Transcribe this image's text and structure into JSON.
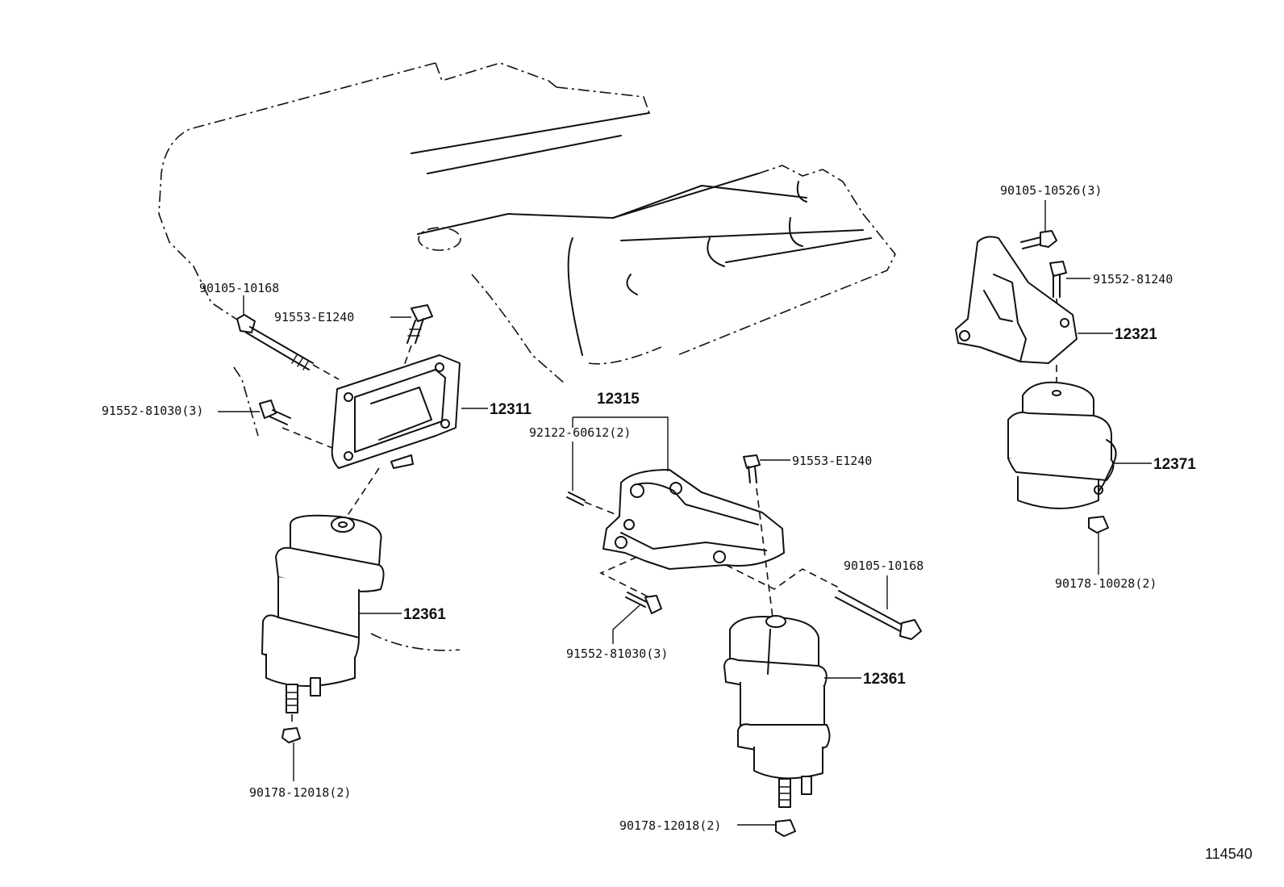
{
  "labels": {
    "l_90105_10168_a": "90105-10168",
    "l_91553_e1240_a": "91553-E1240",
    "l_91552_81030_a": "91552-81030(3)",
    "l_12311": "12311",
    "l_12361_a": "12361",
    "l_90178_12018_a": "90178-12018(2)",
    "l_12315": "12315",
    "l_92122_60612": "92122-60612(2)",
    "l_91553_e1240_b": "91553-E1240",
    "l_91552_81030_b": "91552-81030(3)",
    "l_90105_10168_b": "90105-10168",
    "l_12361_b": "12361",
    "l_90178_12018_b": "90178-12018(2)",
    "l_90105_10526": "90105-10526(3)",
    "l_91552_81240": "91552-81240",
    "l_12321": "12321",
    "l_12371": "12371",
    "l_90178_10028": "90178-10028(2)"
  },
  "illustration_code": "114540"
}
